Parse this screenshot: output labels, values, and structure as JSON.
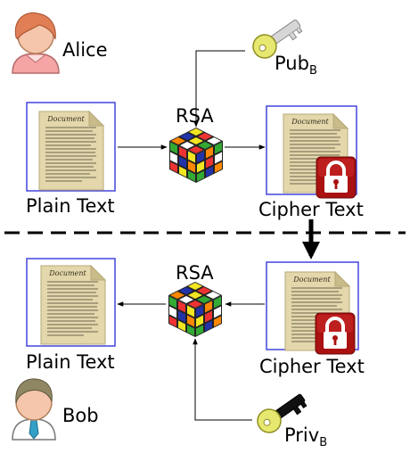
{
  "alice": {
    "name": "Alice"
  },
  "bob": {
    "name": "Bob"
  },
  "top": {
    "rsa": "RSA",
    "plain": "Plain Text",
    "cipher": "Cipher Text",
    "key_main": "Pub",
    "key_sub": "B"
  },
  "bottom": {
    "rsa": "RSA",
    "plain": "Plain Text",
    "cipher": "Cipher Text",
    "key_main": "Priv",
    "key_sub": "B"
  },
  "document": {
    "heading": "Document"
  },
  "colors": {
    "box_border": "#4444dd",
    "paper": "#e3d7ab",
    "lock": "#aa1111",
    "pub_key": "#d6d6d6",
    "priv_key": "#111111",
    "key_head": "#e6e870",
    "alice_skin": "#f5c6ab",
    "alice_hair": "#e07e56",
    "alice_shirt": "#f5a5a5",
    "bob_hair": "#8f8664",
    "bob_tie": "#33a0c8"
  }
}
